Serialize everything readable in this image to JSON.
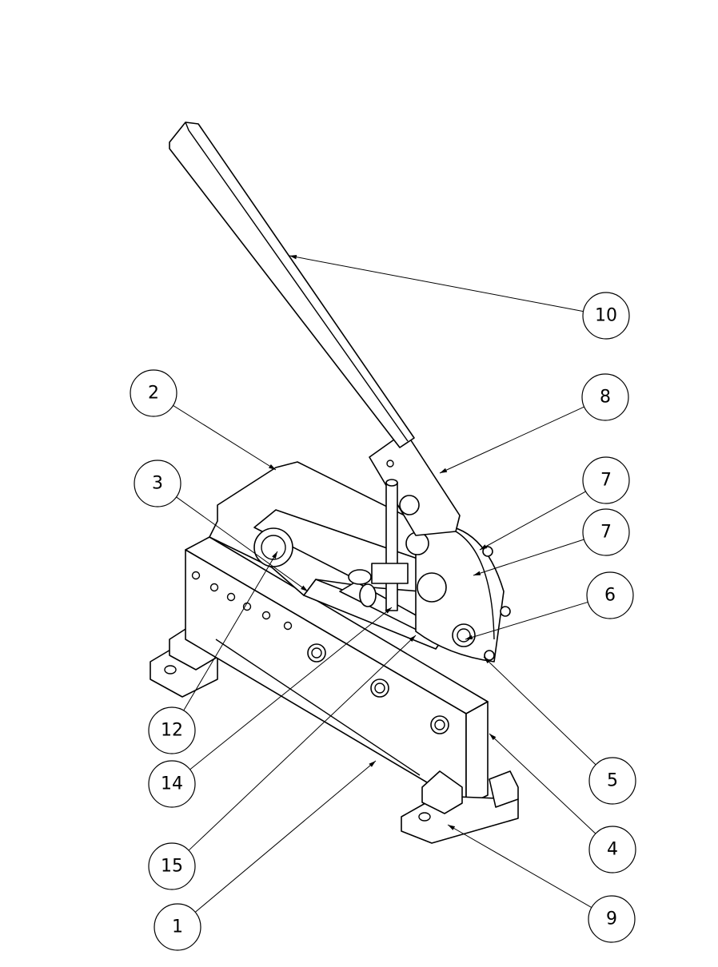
{
  "drawing": {
    "title": "Hand lever shear assembly",
    "callouts": [
      {
        "id": "10",
        "label": "10"
      },
      {
        "id": "8",
        "label": "8"
      },
      {
        "id": "7a",
        "label": "7"
      },
      {
        "id": "7b",
        "label": "7"
      },
      {
        "id": "6",
        "label": "6"
      },
      {
        "id": "5",
        "label": "5"
      },
      {
        "id": "4",
        "label": "4"
      },
      {
        "id": "9",
        "label": "9"
      },
      {
        "id": "2",
        "label": "2"
      },
      {
        "id": "3",
        "label": "3"
      },
      {
        "id": "12",
        "label": "12"
      },
      {
        "id": "14",
        "label": "14"
      },
      {
        "id": "15",
        "label": "15"
      },
      {
        "id": "1",
        "label": "1"
      }
    ]
  }
}
